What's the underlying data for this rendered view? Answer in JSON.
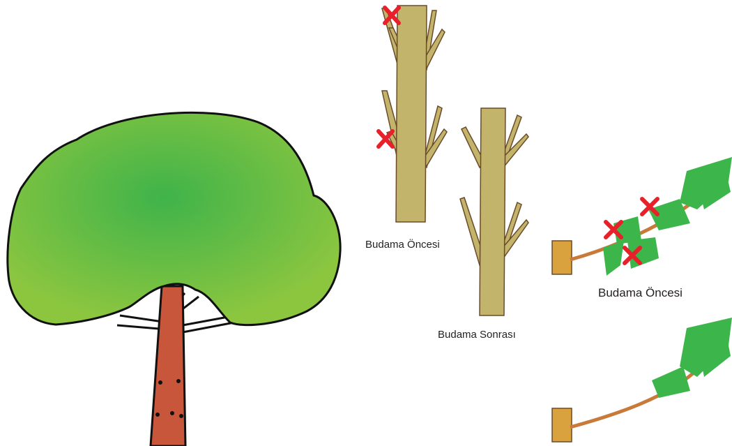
{
  "labels": {
    "trunk_before": "Budama Öncesi",
    "trunk_after": "Budama Sonrası",
    "branch_before": "Budama Öncesi"
  },
  "colors": {
    "canopy_center": "#3fb34a",
    "canopy_edge": "#8cc63f",
    "outline": "#111111",
    "trunk_red": "#c8563a",
    "trunk_tan": "#c2b46a",
    "stub_orange": "#d9a23e",
    "needles": "#3cb54a",
    "cut_mark": "#e8202a"
  },
  "icons": {
    "cut_mark": "red-x-cut-mark-icon"
  }
}
